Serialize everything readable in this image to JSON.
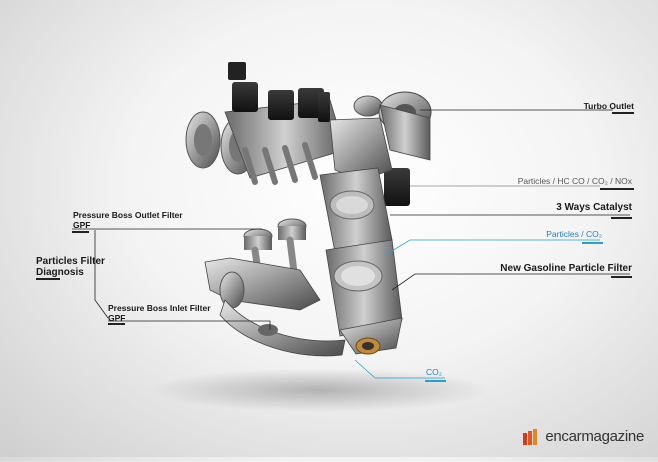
{
  "labels": {
    "turbo_outlet": "Turbo Outlet",
    "particles_hc": "Particles / HC CO / CO₂ / NOx",
    "three_way": "3 Ways Catalyst",
    "particles_co2": "Particles / CO₂",
    "gpf": "New Gasoline Particle Filter",
    "co2": "CO₂",
    "pb_outlet_title": "Pressure Boss Outlet Filter",
    "pb_outlet_sub": "GPF",
    "diag_line1": "Particles Filter",
    "diag_line2": "Diagnosis",
    "pb_inlet_title": "Pressure Boss Inlet Filter",
    "pb_inlet_sub": "GPF"
  },
  "brand": {
    "name": "encarmagazine",
    "accent": "#d63a1e",
    "accent2": "#e8851e"
  },
  "colors": {
    "blue_line": "#2a9fd6",
    "dark_line": "#222222"
  }
}
